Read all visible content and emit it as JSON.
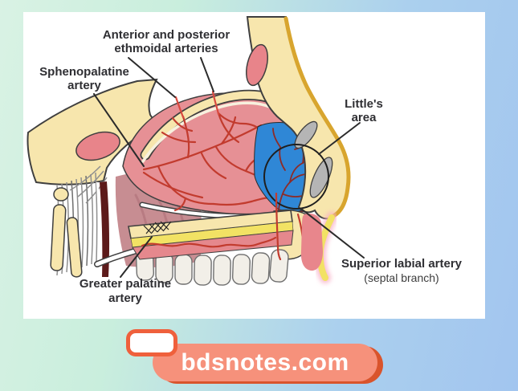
{
  "figure": {
    "labels": {
      "ethmoidal": {
        "line1": "Anterior and posterior",
        "line2": "ethmoidal arteries"
      },
      "sphenopalatine": {
        "line1": "Sphenopalatine",
        "line2": "artery"
      },
      "littles": {
        "line1": "Little's",
        "line2": "area"
      },
      "superior_labial": {
        "line1": "Superior labial artery",
        "line2": "(septal branch)"
      },
      "greater_palatine": {
        "line1": "Greater palatine",
        "line2": "artery"
      }
    },
    "colors": {
      "bone": "#f7e6ad",
      "bone_edge": "#d8a52e",
      "septum": "#e69095",
      "artery": "#c23b2e",
      "ethmoidal_artery": "#d94a3f",
      "littles_area": "#2f87d6",
      "anastomosis_artery": "#8e2b26",
      "label_text": "#2f2f33"
    }
  },
  "watermark": {
    "site": "bdsnotes.com",
    "pill_color": "#f6917b",
    "pill_shadow": "#d9542c",
    "tab_border": "#ef603c"
  }
}
